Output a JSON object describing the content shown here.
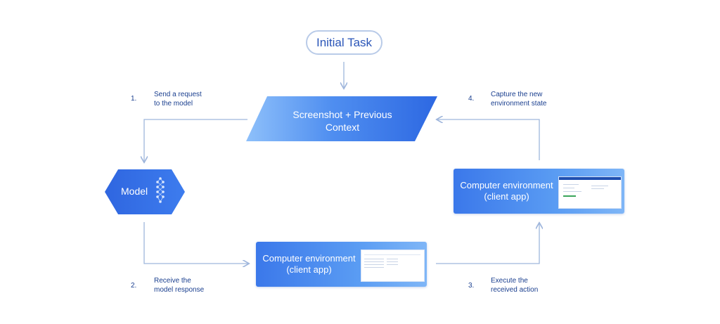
{
  "initial_task": "Initial Task",
  "center_node": {
    "line1": "Screenshot + Previous",
    "line2": "Context"
  },
  "model_node": {
    "label": "Model"
  },
  "env_right": {
    "line1": "Computer environment",
    "line2": "(client app)"
  },
  "env_bottom": {
    "line1": "Computer environment",
    "line2": "(client app)"
  },
  "steps": [
    {
      "num": "1.",
      "line1": "Send a request",
      "line2": "to the model"
    },
    {
      "num": "2.",
      "line1": "Receive the",
      "line2": "model response"
    },
    {
      "num": "3.",
      "line1": "Execute the",
      "line2": "received action"
    },
    {
      "num": "4.",
      "line1": "Capture the new",
      "line2": "environment state"
    }
  ],
  "colors": {
    "arrow": "#9fb6dc",
    "node_blue": "#2f6fe6",
    "node_light": "#8ec0fa",
    "text_dark": "#1a3f8f"
  }
}
